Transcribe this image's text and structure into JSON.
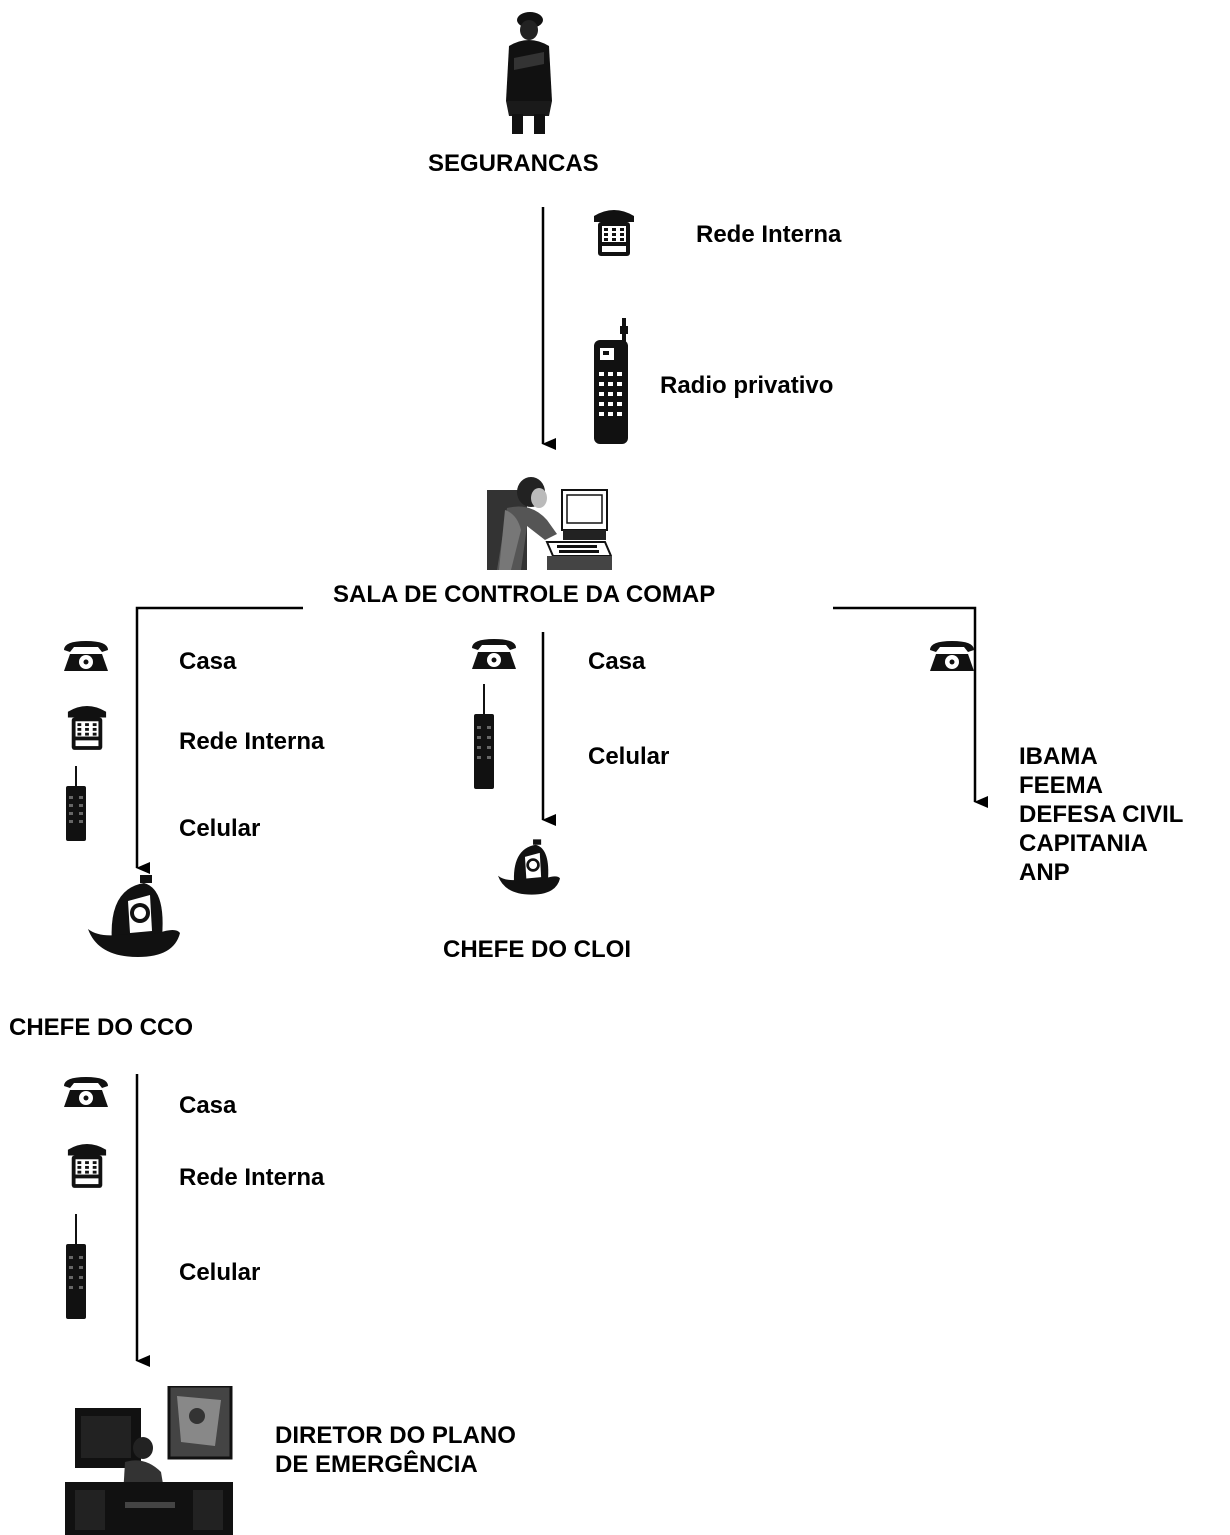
{
  "nodes": {
    "segurancas": "SEGURANCAS",
    "sala_controle": "SALA DE CONTROLE DA COMAP",
    "chefe_cco": "CHEFE DO CCO",
    "chefe_cloi": "CHEFE DO CLOI",
    "diretor": "DIRETOR DO PLANO\nDE EMERGÊNCIA",
    "agencies": "IBAMA\nFEEMA\nDEFESA CIVIL\nCAPITANIA\nANP"
  },
  "channels": {
    "top": [
      "Rede Interna",
      "Radio privativo"
    ],
    "left": [
      "Casa",
      "Rede Interna",
      "Celular"
    ],
    "middle": [
      "Casa",
      "Celular"
    ],
    "bottom": [
      "Casa",
      "Rede Interna",
      "Celular"
    ]
  },
  "icons": {
    "segurancas": "security-guard-icon",
    "sala_controle": "operator-computer-icon",
    "chefe_cco": "firefighter-helmet-icon",
    "chefe_cloi": "firefighter-helmet-icon",
    "diretor": "director-desk-icon",
    "home_phone": "rotary-telephone-icon",
    "desk_phone": "desk-telephone-icon",
    "radio": "radio-handset-icon",
    "cellphone": "cellphone-icon"
  }
}
